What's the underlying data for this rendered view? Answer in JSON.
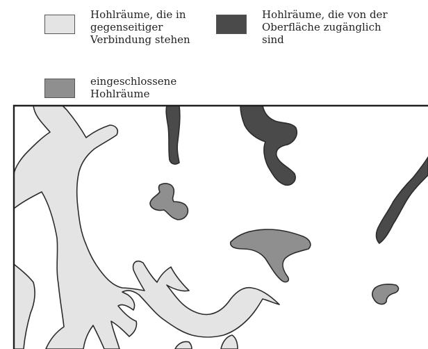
{
  "colors": {
    "connected": "#e4e4e4",
    "surface": "#4a4a4a",
    "enclosed": "#8f8f8f",
    "outline": "#2b2b2b",
    "frame": "#1e1e1e"
  },
  "legend": {
    "connected": {
      "label": "Hohlräume, die in\ngegenseitiger\nVerbindung stehen"
    },
    "surface": {
      "label": "Hohlräume, die von der\nOberfläche zugänglich\nsind"
    },
    "enclosed": {
      "label": "eingeschlossene\nHohlräume"
    }
  }
}
